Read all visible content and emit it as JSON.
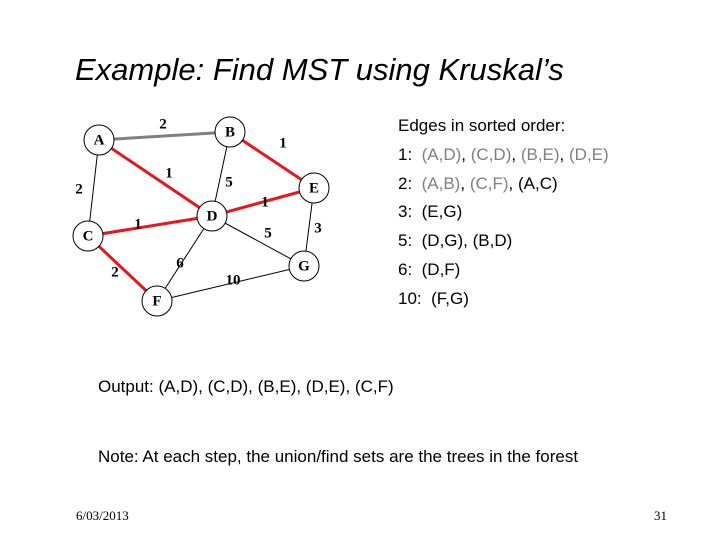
{
  "slide": {
    "title": "Example: Find MST using Kruskal’s",
    "date": "6/03/2013",
    "page_number": "31"
  },
  "graph": {
    "nodes": [
      {
        "id": "A",
        "label": "A"
      },
      {
        "id": "B",
        "label": "B"
      },
      {
        "id": "C",
        "label": "C"
      },
      {
        "id": "D",
        "label": "D"
      },
      {
        "id": "E",
        "label": "E"
      },
      {
        "id": "F",
        "label": "F"
      },
      {
        "id": "G",
        "label": "G"
      }
    ],
    "edges": [
      {
        "from": "A",
        "to": "B",
        "weight": "2",
        "state": "considered"
      },
      {
        "from": "A",
        "to": "C",
        "weight": "2",
        "state": "normal"
      },
      {
        "from": "A",
        "to": "D",
        "weight": "1",
        "state": "mst"
      },
      {
        "from": "B",
        "to": "D",
        "weight": "5",
        "state": "normal"
      },
      {
        "from": "B",
        "to": "E",
        "weight": "1",
        "state": "mst"
      },
      {
        "from": "C",
        "to": "D",
        "weight": "1",
        "state": "mst"
      },
      {
        "from": "C",
        "to": "F",
        "weight": "2",
        "state": "mst"
      },
      {
        "from": "D",
        "to": "E",
        "weight": "1",
        "state": "mst"
      },
      {
        "from": "D",
        "to": "F",
        "weight": "6",
        "state": "normal"
      },
      {
        "from": "D",
        "to": "G",
        "weight": "5",
        "state": "normal"
      },
      {
        "from": "E",
        "to": "G",
        "weight": "3",
        "state": "normal"
      },
      {
        "from": "F",
        "to": "G",
        "weight": "10",
        "state": "normal"
      }
    ],
    "colors": {
      "mst": "#e8161b",
      "considered": "#808080",
      "normal": "#000000"
    }
  },
  "sorted": {
    "heading": "Edges in sorted order:",
    "rows": [
      {
        "key": "1:",
        "items": [
          {
            "text": "(A,D)",
            "done": true
          },
          {
            "text": "(C,D)",
            "done": true
          },
          {
            "text": "(B,E)",
            "done": true
          },
          {
            "text": "(D,E)",
            "done": true
          }
        ]
      },
      {
        "key": "2:",
        "items": [
          {
            "text": "(A,B)",
            "done": true
          },
          {
            "text": "(C,F)",
            "done": true
          },
          {
            "text": "(A,C)",
            "done": false
          }
        ]
      },
      {
        "key": "3:",
        "items": [
          {
            "text": "(E,G)",
            "done": false
          }
        ]
      },
      {
        "key": "5:",
        "items": [
          {
            "text": "(D,G)",
            "done": false
          },
          {
            "text": "(B,D)",
            "done": false
          }
        ]
      },
      {
        "key": "6:",
        "items": [
          {
            "text": "(D,F)",
            "done": false
          }
        ]
      },
      {
        "key": "10:",
        "items": [
          {
            "text": "(F,G)",
            "done": false
          }
        ]
      }
    ]
  },
  "output": "Output: (A,D), (C,D), (B,E), (D,E), (C,F)",
  "note": "Note: At each step, the union/find sets are the trees in the forest"
}
